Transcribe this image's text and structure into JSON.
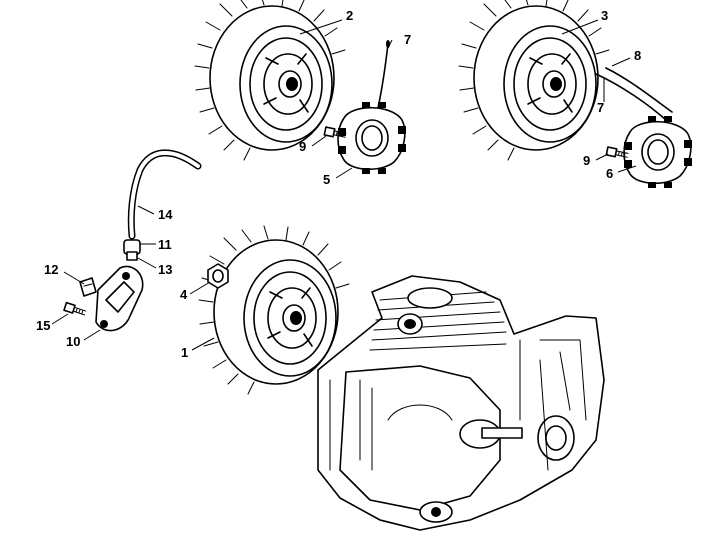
{
  "callouts": [
    {
      "id": "1",
      "text": "1"
    },
    {
      "id": "2",
      "text": "2"
    },
    {
      "id": "3",
      "text": "3"
    },
    {
      "id": "4",
      "text": "4"
    },
    {
      "id": "5",
      "text": "5"
    },
    {
      "id": "6",
      "text": "6"
    },
    {
      "id": "7a",
      "text": "7"
    },
    {
      "id": "7b",
      "text": "7"
    },
    {
      "id": "8",
      "text": "8"
    },
    {
      "id": "9a",
      "text": "9"
    },
    {
      "id": "9b",
      "text": "9"
    },
    {
      "id": "10",
      "text": "10"
    },
    {
      "id": "11",
      "text": "11"
    },
    {
      "id": "12",
      "text": "12"
    },
    {
      "id": "13",
      "text": "13"
    },
    {
      "id": "14",
      "text": "14"
    },
    {
      "id": "15",
      "text": "15"
    }
  ]
}
